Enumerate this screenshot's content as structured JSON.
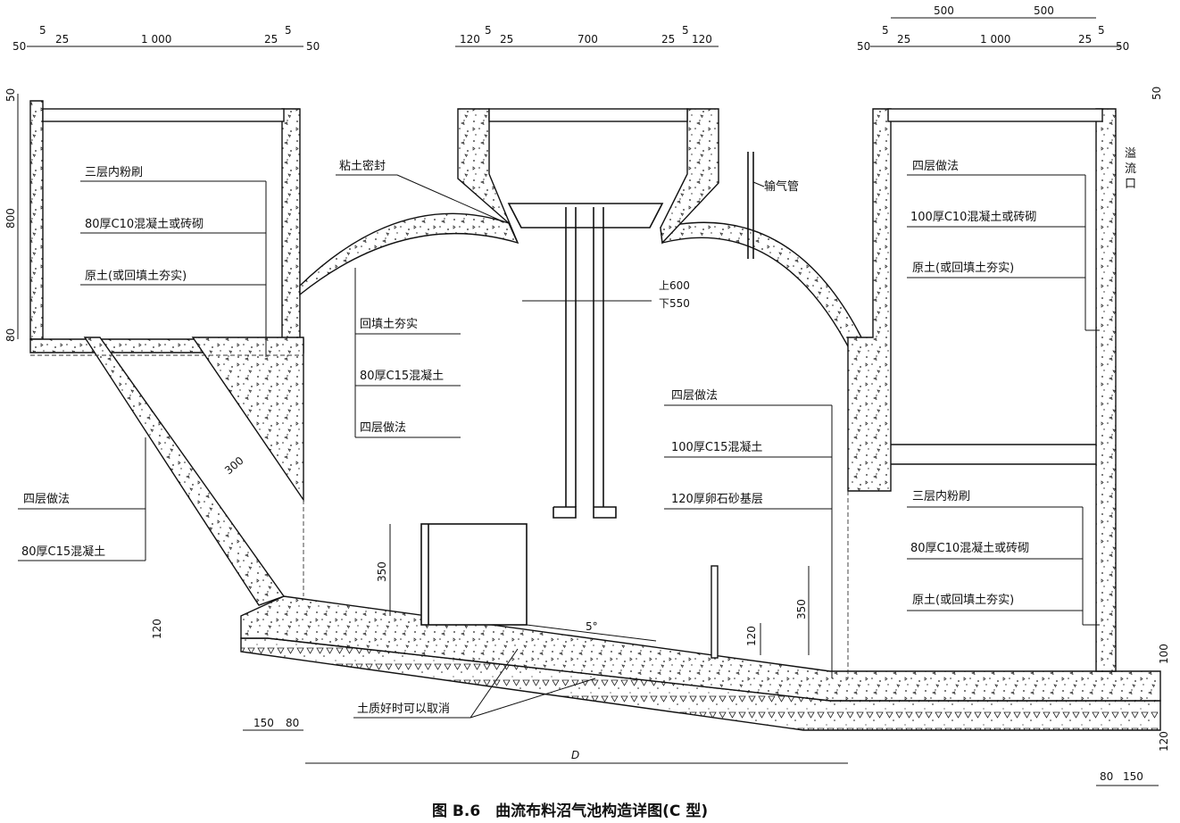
{
  "caption": "图 B.6　曲流布料沼气池构造详图(C 型)",
  "top_dims": {
    "left": [
      "50",
      "5",
      "25",
      "1 000",
      "25",
      "5",
      "50"
    ],
    "center": [
      "120",
      "5",
      "25",
      "700",
      "25",
      "5",
      "120"
    ],
    "right_upper": [
      "500",
      "500"
    ],
    "right": [
      "50",
      "5",
      "25",
      "1 000",
      "25",
      "5",
      "50"
    ]
  },
  "side_dims": {
    "left_top": "50",
    "left_height": "800",
    "left_bottom": "80",
    "right_top": "50",
    "left_base": "120",
    "right_base_upper": "100",
    "right_base_lower": "120"
  },
  "inner_dims": {
    "slope_thickness": "300",
    "pipe_upper": "上600",
    "pipe_lower": "下550",
    "inlet_height": "350",
    "outlet_height": "350",
    "weir_height": "120",
    "slope_angle": "5°",
    "diameter": "D"
  },
  "bottom_dims": {
    "left": [
      "150",
      "80"
    ],
    "right": [
      "80",
      "150"
    ]
  },
  "labels": {
    "left_tank": [
      "三层内粉刷",
      "80厚C10混凝土或砖砌",
      "原土(或回填土夯实)"
    ],
    "left_slope": [
      "四层做法",
      "80厚C15混凝土"
    ],
    "dome": [
      "回填土夯实",
      "80厚C15混凝土",
      "四层做法"
    ],
    "clay_seal": "粘土密封",
    "gas_pipe": "输气管",
    "floor": [
      "四层做法",
      "100厚C15混凝土",
      "120厚卵石砂基层"
    ],
    "right_upper": [
      "四层做法",
      "100厚C10混凝土或砖砌",
      "原土(或回填土夯实)"
    ],
    "right_lower": [
      "三层内粉刷",
      "80厚C10混凝土或砖砌",
      "原土(或回填土夯实)"
    ],
    "overflow": [
      "溢",
      "流",
      "口"
    ],
    "soil_note": "土质好时可以取消"
  }
}
